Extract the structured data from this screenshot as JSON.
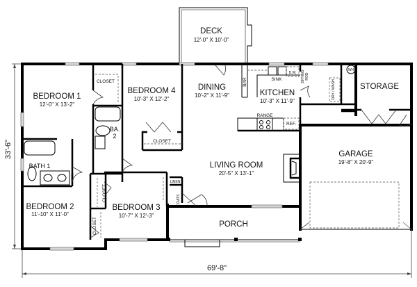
{
  "plan": {
    "overall_width": "69'-8\"",
    "overall_depth": "33'-6\""
  },
  "rooms": {
    "deck": {
      "name": "DECK",
      "size": "12'-0\" X 10'-0\""
    },
    "bedroom1": {
      "name": "BEDROOM 1",
      "size": "12'-0\" X 13'-2\""
    },
    "bedroom4": {
      "name": "BEDROOM 4",
      "size": "10'-3\" X 12'-2\""
    },
    "dining": {
      "name": "DINING",
      "size": "10'-2\" X 11'-9\""
    },
    "kitchen": {
      "name": "KITCHEN",
      "size": "10'-3\" X 11'-9\""
    },
    "storage": {
      "name": "STORAGE"
    },
    "garage": {
      "name": "GARAGE",
      "size": "19'-8\" X 20'-9\""
    },
    "living": {
      "name": "LIVING ROOM",
      "size": "20'-5\" X 13'-1\""
    },
    "bath1": {
      "name": "BATH 1"
    },
    "bath2": {
      "name_line1": "BA.",
      "name_line2": "2"
    },
    "bedroom2": {
      "name": "BEDROOM 2",
      "size": "11'-10\" X 11'-0\""
    },
    "bedroom3": {
      "name": "BEDROOM 3",
      "size": "10'-7\" X 12'-3\""
    },
    "porch": {
      "name": "PORCH"
    }
  },
  "labels": {
    "closet": "CLOSET",
    "bar": "BAR",
    "sink": "SINK",
    "dw": "D.W.",
    "drying_rod_1": "DRYING",
    "drying_rod_2": "ROD",
    "dry_wash": "DRY / WASH",
    "wh": "WH",
    "range": "RANGE",
    "ref": "REF.",
    "linen": "LINEN",
    "coats": "COATS"
  }
}
